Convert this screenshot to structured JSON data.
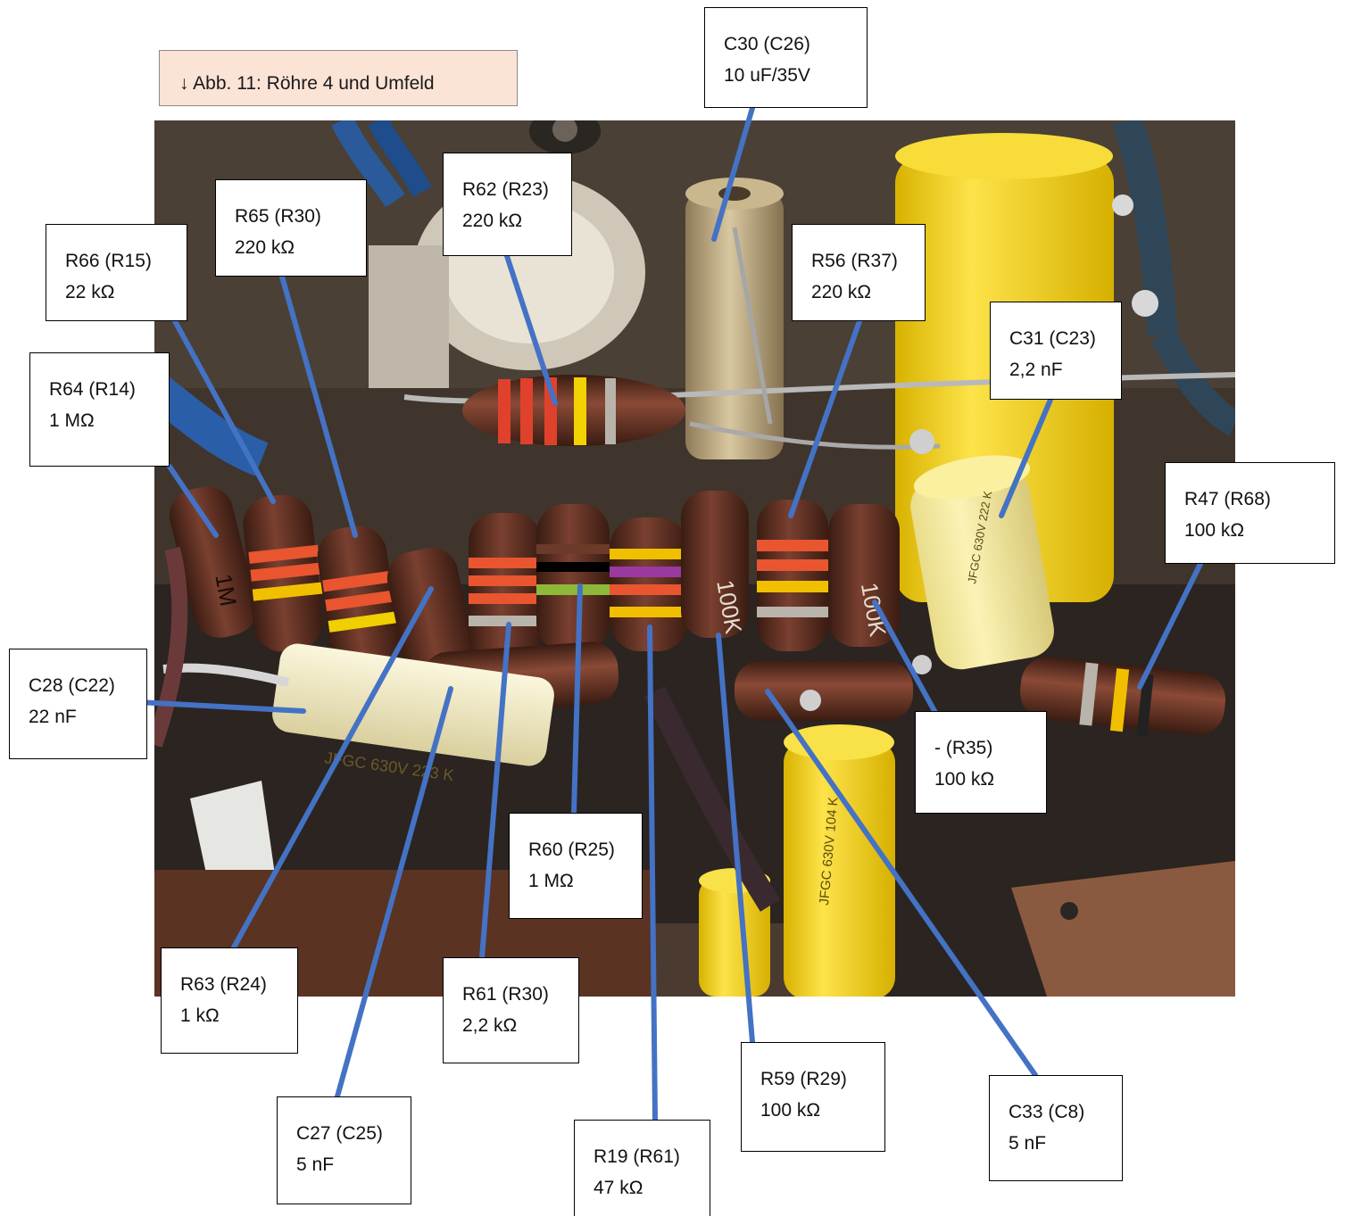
{
  "caption": "↓ Abb. 11: Röhre 4 und Umfeld",
  "colors": {
    "leader_line": "#4472c4",
    "caption_fill": "#fbe3d6",
    "resistor_body": "#5a2d1e",
    "capacitor_yellow": "#f5d41a",
    "chassis": "#3b3128"
  },
  "labels": [
    {
      "id": "c30",
      "ref": "C30 (C26)",
      "value": "10 uF/35V"
    },
    {
      "id": "r62",
      "ref": "R62 (R23)",
      "value": "220 kΩ"
    },
    {
      "id": "r65",
      "ref": "R65 (R30)",
      "value": "220 kΩ"
    },
    {
      "id": "r66",
      "ref": "R66 (R15)",
      "value": "22 kΩ"
    },
    {
      "id": "r56",
      "ref": "R56 (R37)",
      "value": "220 kΩ"
    },
    {
      "id": "c31",
      "ref": "C31 (C23)",
      "value": "2,2 nF"
    },
    {
      "id": "r64",
      "ref": "R64 (R14)",
      "value": "1 MΩ"
    },
    {
      "id": "r47",
      "ref": "R47 (R68)",
      "value": "100 kΩ"
    },
    {
      "id": "c28",
      "ref": "C28 (C22)",
      "value": "22 nF"
    },
    {
      "id": "r35",
      "ref": "- (R35)",
      "value": "100 kΩ"
    },
    {
      "id": "r60",
      "ref": "R60 (R25)",
      "value": "1 MΩ"
    },
    {
      "id": "r63",
      "ref": "R63 (R24)",
      "value": "1 kΩ"
    },
    {
      "id": "r61",
      "ref": "R61 (R30)",
      "value": "2,2 kΩ"
    },
    {
      "id": "r59",
      "ref": "R59 (R29)",
      "value": "100 kΩ"
    },
    {
      "id": "c33",
      "ref": "C33 (C8)",
      "value": "5 nF"
    },
    {
      "id": "c27",
      "ref": "C27 (C25)",
      "value": "5 nF"
    },
    {
      "id": "r19",
      "ref": "R19 (R61)",
      "value": "47 kΩ"
    }
  ],
  "photo_printed_text": [
    "1M",
    "100K",
    "100K",
    "JFGC 630V 223 K",
    "JFGC 630V 222 K",
    "JFGC 630V 104 K"
  ]
}
